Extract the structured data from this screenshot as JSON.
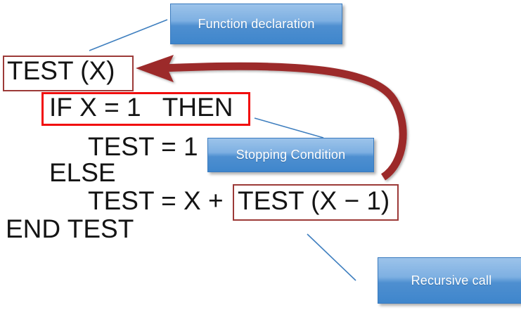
{
  "diagram": {
    "title": "Recursive function pseudocode annotation",
    "colors": {
      "callout_fill_top": "#9cc3ea",
      "callout_fill_bottom": "#3f86cc",
      "callout_text": "#ffffff",
      "arrow": "#9c2b2b",
      "box_maroon": "#9c3a38",
      "box_red": "#f10d0d",
      "leader_line": "#3f7fbf",
      "code_text": "#141414",
      "background": "#ffffff"
    }
  },
  "code": {
    "lines": [
      {
        "text": "TEST (X)",
        "indent": 0
      },
      {
        "text": "IF X = 1   THEN",
        "indent": 1
      },
      {
        "text": "TEST = 1",
        "indent": 2
      },
      {
        "text": "ELSE",
        "indent": 1
      },
      {
        "text": "TEST = X + ",
        "indent": 2
      },
      {
        "text": "TEST (X − 1)",
        "indent": 2
      },
      {
        "text": "END TEST",
        "indent": 0
      }
    ]
  },
  "callouts": [
    {
      "id": "function-declaration",
      "label": "Function declaration"
    },
    {
      "id": "stopping-condition",
      "label": "Stopping Condition"
    },
    {
      "id": "recursive-call",
      "label": "Recursive call"
    }
  ],
  "highlights": [
    {
      "id": "declaration-highlight",
      "target": "TEST (X)"
    },
    {
      "id": "stopping-condition-highlight",
      "target": "IF X = 1   THEN"
    },
    {
      "id": "recursive-call-highlight",
      "target": "TEST (X − 1)"
    }
  ]
}
